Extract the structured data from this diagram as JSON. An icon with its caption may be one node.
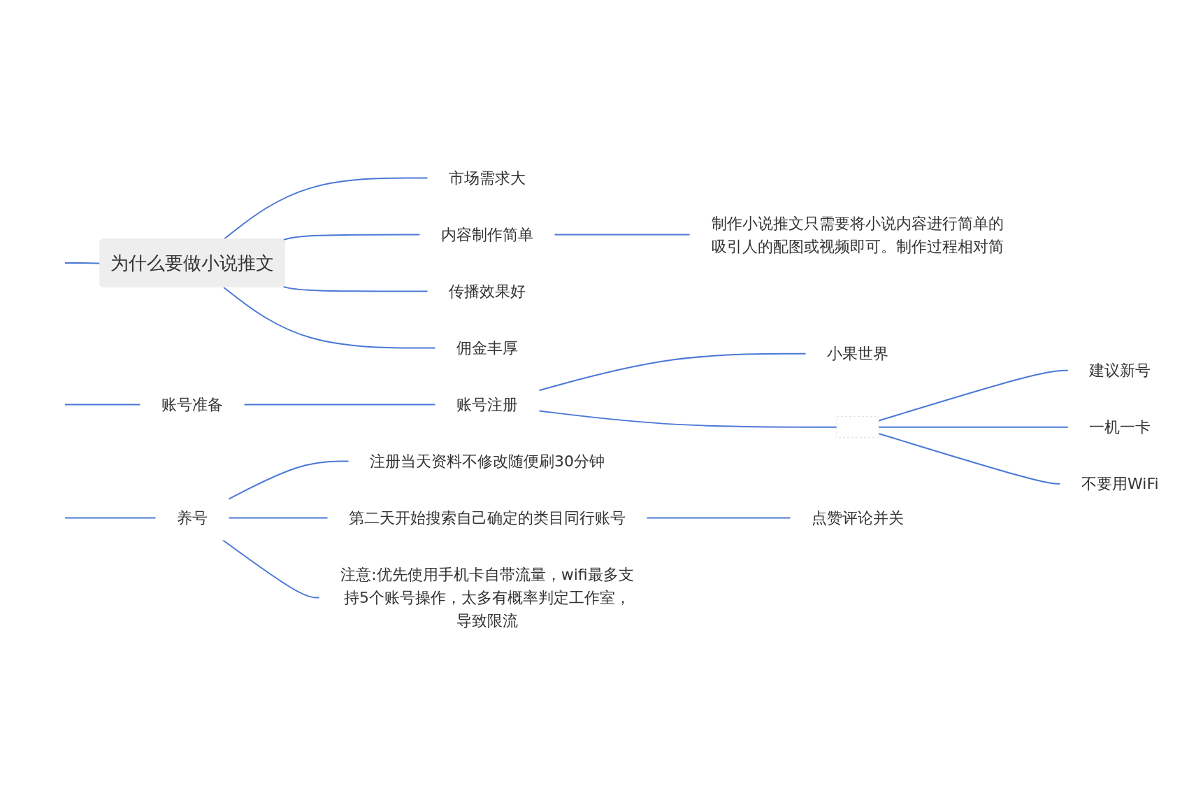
{
  "diagram": {
    "nodes": [
      {
        "text": [
          "为什么要做小说推文"
        ]
      },
      {
        "text": [
          "市场需求大"
        ]
      },
      {
        "text": [
          "内容制作简单"
        ]
      },
      {
        "text": [
          "制作小说推文只需要将小说内容进行简单的吸引人的配图或视频即可。制作过程相对简"
        ]
      },
      {
        "text": [
          "传播效果好"
        ]
      },
      {
        "text": [
          "佣金丰厚"
        ]
      },
      {
        "text": [
          "账号准备"
        ]
      },
      {
        "text": [
          "账号注册"
        ]
      },
      {
        "text": [
          "小果世界"
        ]
      },
      {
        "text": [],
        "shape": "box"
      },
      {
        "text": [
          "建议新号"
        ]
      },
      {
        "text": [
          "一机一卡"
        ]
      },
      {
        "text": [
          "不要用WiFi"
        ]
      },
      {
        "text": [
          "养号"
        ]
      },
      {
        "text": [
          "注册当天资料不修改随便刷30分钟"
        ]
      },
      {
        "text": [
          "第二天开始搜索自己确定的类目同行账号"
        ]
      },
      {
        "text": [
          "点赞评论并关"
        ]
      },
      {
        "text": [
          "注意:优先使用手机卡自带流量，wifi最多支持5个账号操作，太多有概率判定工作室，导致限流"
        ]
      }
    ],
    "edges": [
      {
        "from": null,
        "to": 0,
        "arrow": "none"
      },
      {
        "from": 0,
        "to": 1,
        "arrow": "none"
      },
      {
        "from": 0,
        "to": 2,
        "arrow": "none"
      },
      {
        "from": 0,
        "to": 4,
        "arrow": "none"
      },
      {
        "from": 0,
        "to": 5,
        "arrow": "none"
      },
      {
        "from": 2,
        "to": 3,
        "arrow": "none"
      },
      {
        "from": null,
        "to": 6,
        "arrow": "none"
      },
      {
        "from": 6,
        "to": 7,
        "arrow": "none"
      },
      {
        "from": 7,
        "to": 8,
        "arrow": "none"
      },
      {
        "from": 7,
        "to": 9,
        "arrow": "none"
      },
      {
        "from": 9,
        "to": 10,
        "arrow": "none"
      },
      {
        "from": 9,
        "to": 11,
        "arrow": "none"
      },
      {
        "from": 9,
        "to": 12,
        "arrow": "none"
      },
      {
        "from": null,
        "to": 13,
        "arrow": "none"
      },
      {
        "from": 13,
        "to": 14,
        "arrow": "none"
      },
      {
        "from": 13,
        "to": 15,
        "arrow": "none"
      },
      {
        "from": 13,
        "to": 17,
        "arrow": "none"
      },
      {
        "from": 15,
        "to": 16,
        "arrow": "none"
      }
    ]
  }
}
